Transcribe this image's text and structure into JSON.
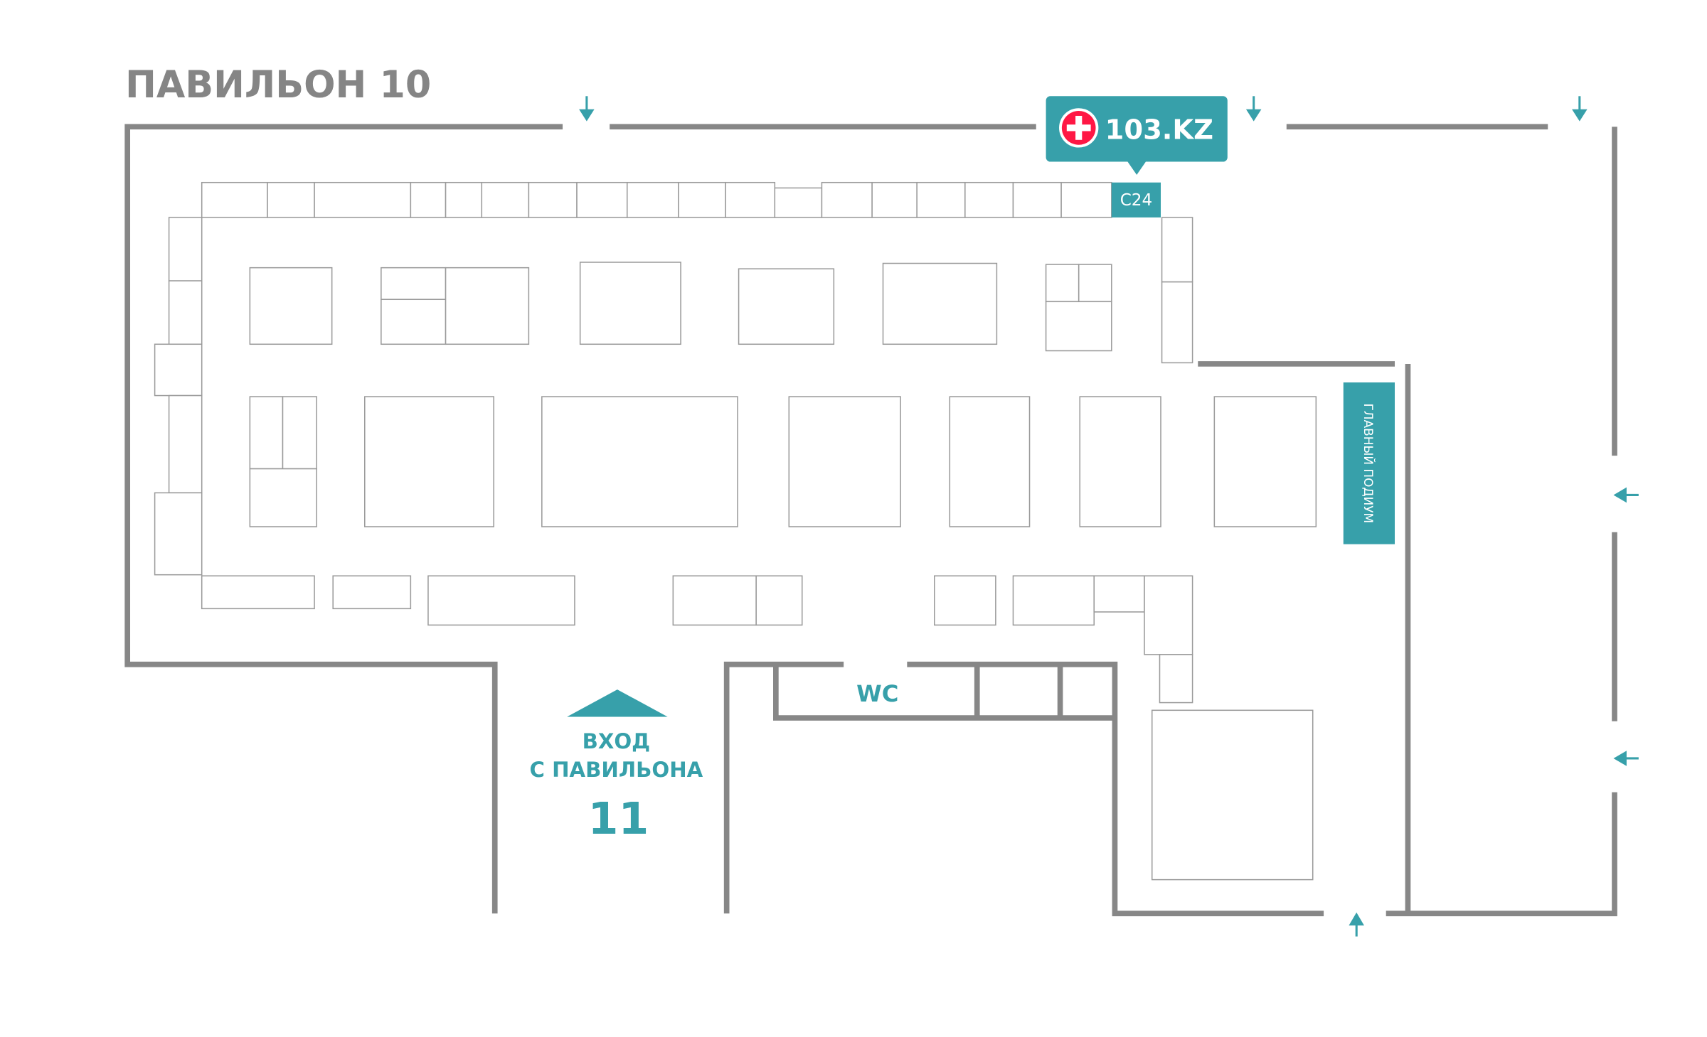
{
  "title": "ПАВИЛЬОН 10",
  "logo": {
    "text": "103.KZ",
    "icon": "red-cross-icon",
    "color": "#37a0aa",
    "cross_color": "#ff1744"
  },
  "highlighted_booth": "C24",
  "podium": "ГЛАВНЫЙ ПОДИУМ",
  "wc": "WC",
  "entrance": {
    "line1": "ВХОД",
    "line2": "С ПАВИЛЬОНА",
    "number": "11"
  },
  "colors": {
    "accent": "#37a0aa",
    "wall": "#878787",
    "title": "#858585"
  }
}
